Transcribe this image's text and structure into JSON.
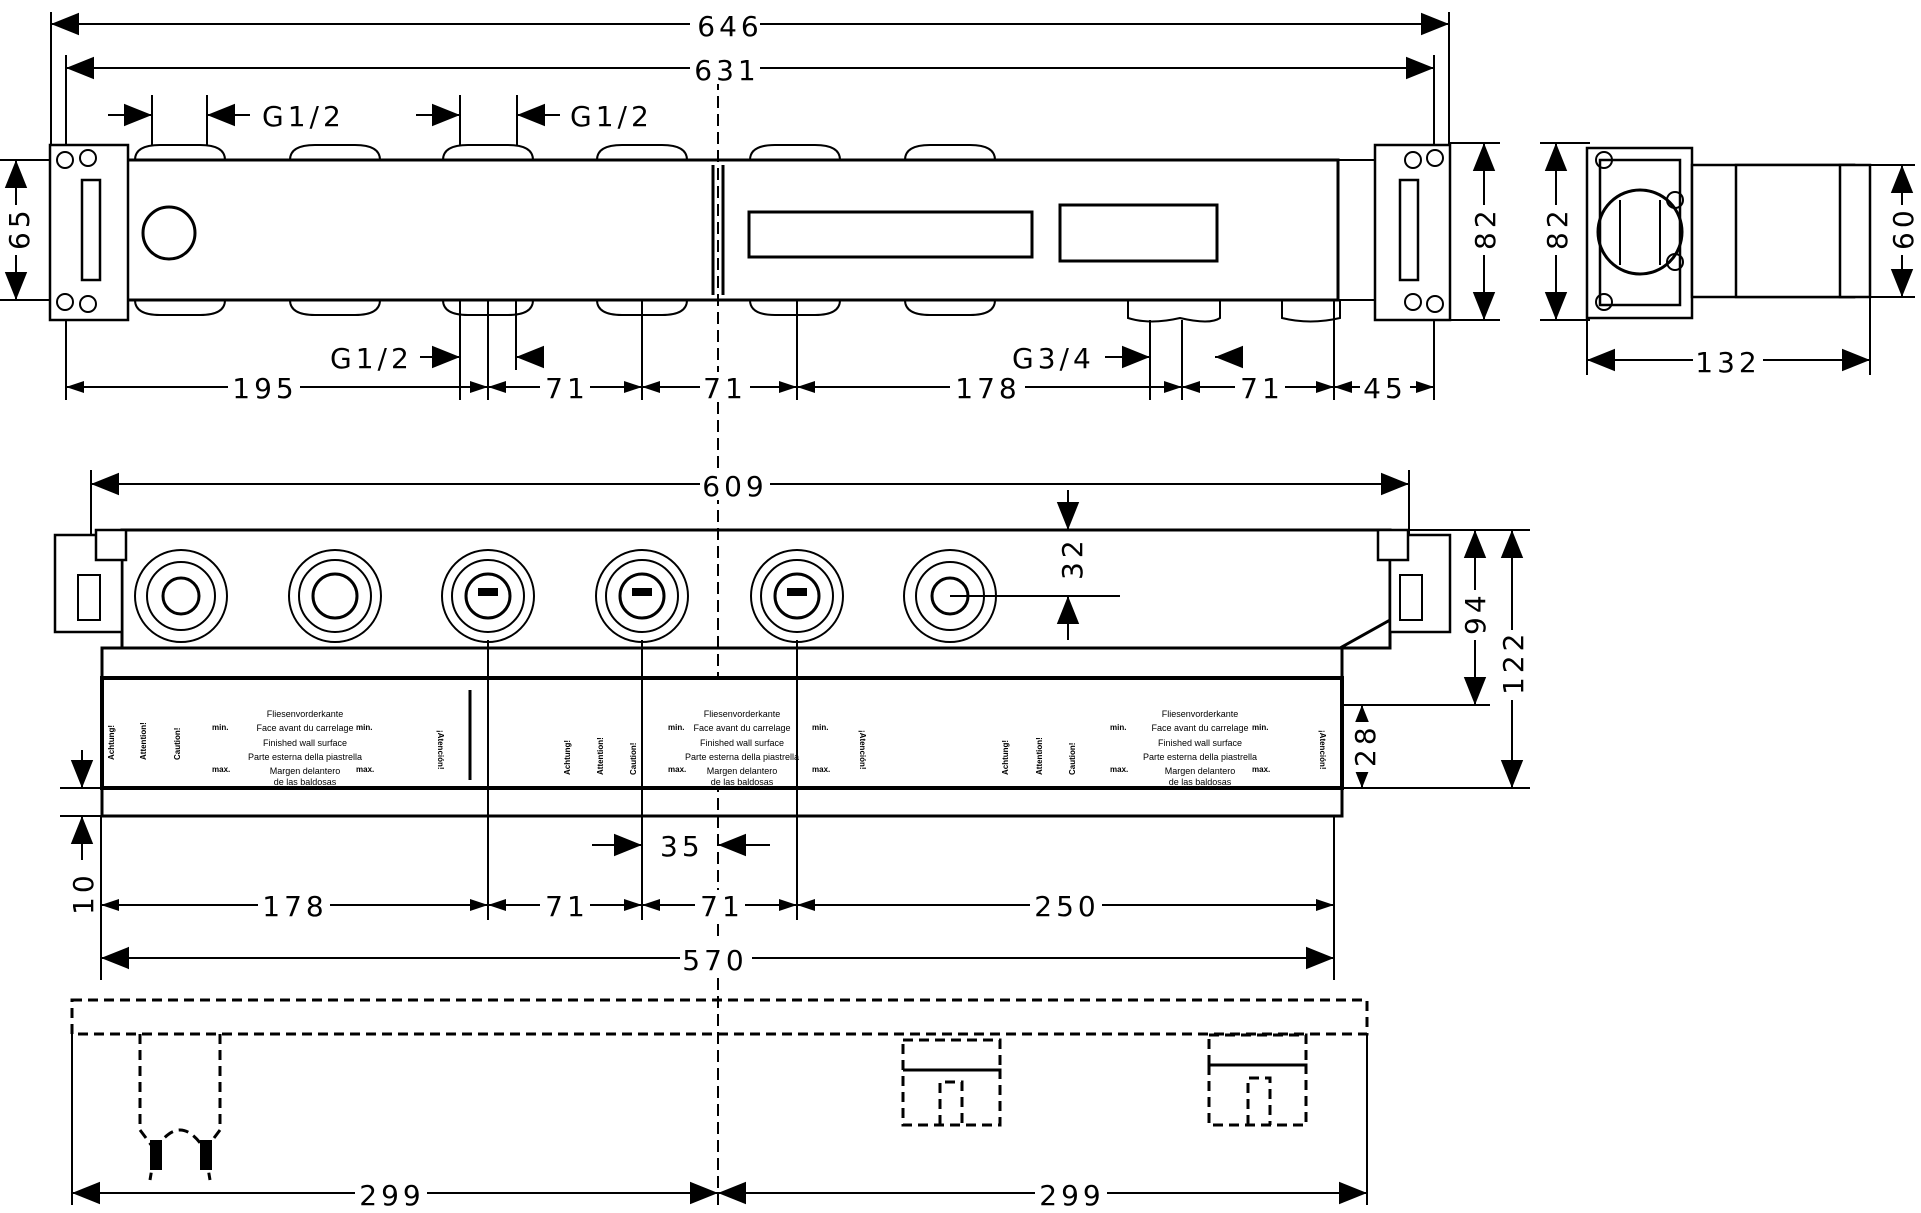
{
  "dimensions": {
    "top_view": {
      "total_width": "646",
      "inner_width": "631",
      "thread_top_1": "G1/2",
      "thread_top_2": "G1/2",
      "thread_bottom": "G1/2",
      "thread_outlet": "G3/4",
      "seg_195": "195",
      "seg_71a": "71",
      "seg_71b": "71",
      "seg_178": "178",
      "seg_71c": "71",
      "seg_45": "45",
      "height_65": "65",
      "height_82": "82"
    },
    "side_view": {
      "height_82": "82",
      "height_60": "60",
      "depth_132": "132"
    },
    "front_view": {
      "width_609": "609",
      "offset_32": "32",
      "height_94": "94",
      "height_122": "122",
      "height_28": "28",
      "spacing_35": "35",
      "height_10": "10",
      "seg_178": "178",
      "seg_71a": "71",
      "seg_71b": "71",
      "seg_250": "250",
      "width_570": "570"
    },
    "bottom_view": {
      "left_299": "299",
      "right_299": "299"
    }
  },
  "tile_label": {
    "lines": [
      "Fliesenvorderkante",
      "Face avant du carrelage",
      "Finished wall surface",
      "Parte esterna della piastrella",
      "Margen delantero",
      "de las baldosas"
    ],
    "min": "min.",
    "max": "max.",
    "warning_de": "Achtung!",
    "warning_fr": "Attention!",
    "warning_en": "Caution!",
    "warning_es": "¡Atención!"
  }
}
